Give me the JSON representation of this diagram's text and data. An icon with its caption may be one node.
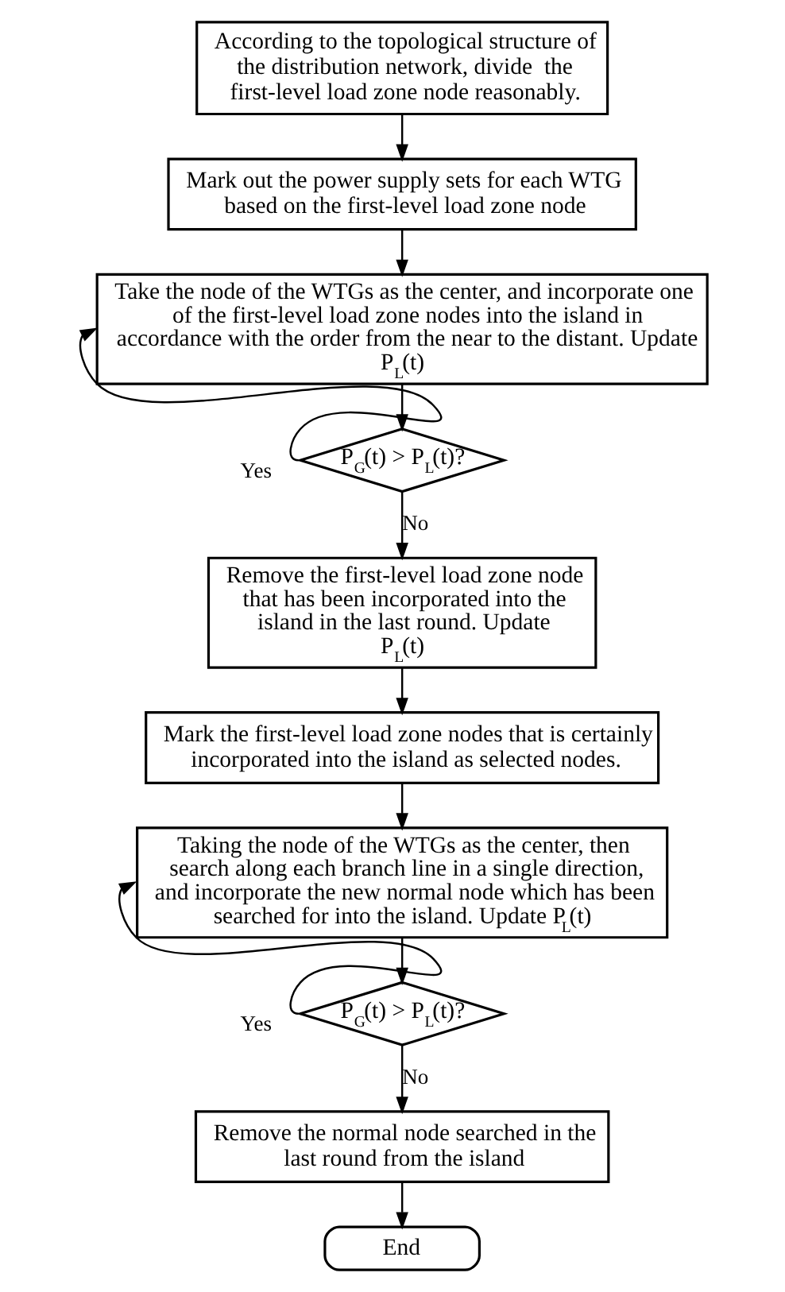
{
  "diagram": {
    "nodes": [
      {
        "text": [
          "According to the topological structure of the distribution network, divide  the first-level load zone node reasonably."
        ]
      },
      {
        "text": [
          "Mark out the power supply sets for each WTG based on the first-level load zone node"
        ]
      },
      {
        "text": [
          "Take the node of the WTGs as the center, and incorporate one of the first-level load zone nodes into the island in accordance with the order from the near to the distant. Update P$_{L}$(t)"
        ]
      },
      {
        "text": [
          "P$_{G}$(t) > P$_{L}$(t)?"
        ]
      },
      {
        "text": [
          "Remove the first-level load zone node that has been incorporated into the island in the last round. Update P$_{L}$(t)"
        ]
      },
      {
        "text": [
          "Mark the first-level load zone nodes that is certainly incorporated into the island as selected nodes."
        ]
      },
      {
        "text": [
          "Taking the node of the WTGs as the center, then search along each branch line in a single direction, and incorporate the new normal node which has been searched for into the island. Update P$_{L}$(t)"
        ]
      },
      {
        "text": [
          "P$_{G}$(t) > P$_{L}$(t)?"
        ]
      },
      {
        "text": [
          "Remove the normal node searched in the last round from the island"
        ]
      },
      {
        "text": [
          "End"
        ]
      }
    ],
    "edges": [
      {
        "from": 0,
        "to": 1,
        "arrow": "to"
      },
      {
        "from": 1,
        "to": 2,
        "arrow": "to"
      },
      {
        "from": 2,
        "to": 3,
        "arrow": "to"
      },
      {
        "from": 3,
        "to": 2,
        "arrow": "to",
        "label": "Yes"
      },
      {
        "from": 3,
        "to": 4,
        "arrow": "to",
        "label": "No"
      },
      {
        "from": 4,
        "to": 5,
        "arrow": "to"
      },
      {
        "from": 5,
        "to": 6,
        "arrow": "to"
      },
      {
        "from": 6,
        "to": 7,
        "arrow": "to"
      },
      {
        "from": 7,
        "to": 6,
        "arrow": "to",
        "label": "Yes"
      },
      {
        "from": 7,
        "to": 8,
        "arrow": "to",
        "label": "No"
      },
      {
        "from": 8,
        "to": 9,
        "arrow": "to"
      }
    ]
  }
}
